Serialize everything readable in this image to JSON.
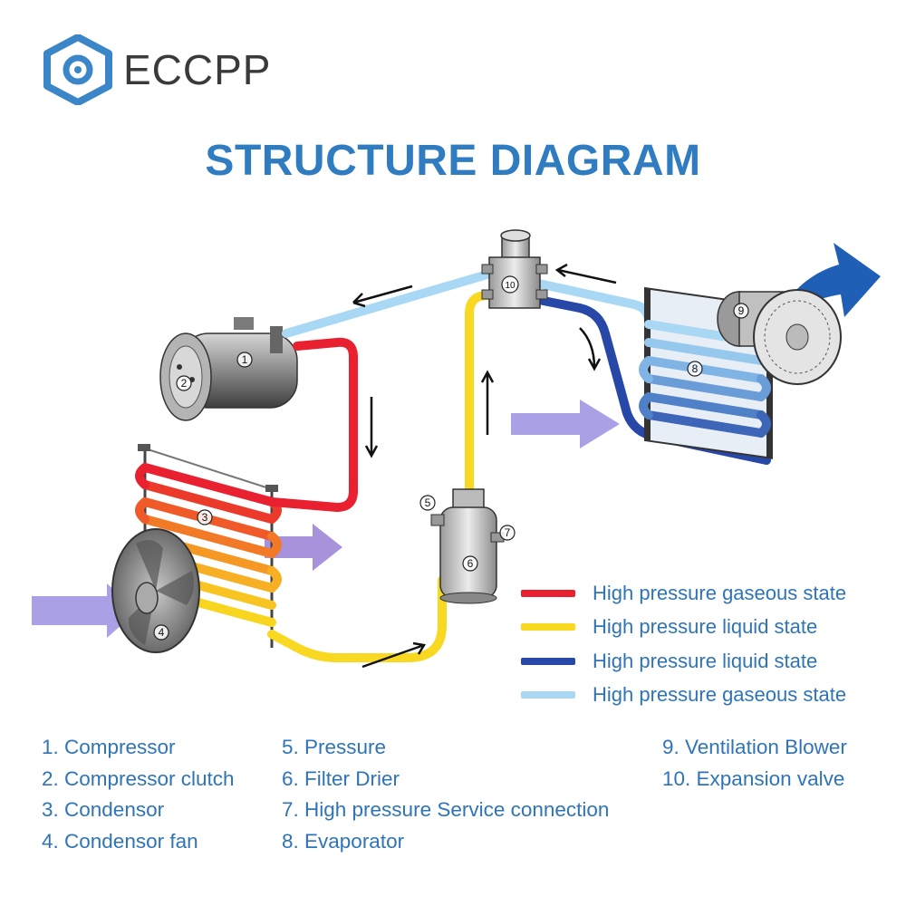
{
  "brand": {
    "name": "ECCPP",
    "logo_color": "#3a86c8"
  },
  "title": "STRUCTURE DIAGRAM",
  "component_markers": [
    "1",
    "2",
    "3",
    "4",
    "5",
    "6",
    "7",
    "8",
    "9",
    "10"
  ],
  "legend": [
    {
      "label": "High pressure gaseous state",
      "color": "#e8202f"
    },
    {
      "label": "High pressure liquid state",
      "color": "#f8d820"
    },
    {
      "label": "High pressure liquid state",
      "color": "#2848a8"
    },
    {
      "label": "High pressure gaseous state",
      "color": "#a9d8f4"
    }
  ],
  "parts": [
    [
      "1. Compressor",
      "2. Compressor clutch",
      "3. Condensor",
      "4. Condensor fan"
    ],
    [
      "5. Pressure",
      "6. Filter Drier",
      "7. High pressure Service connection",
      "8. Evaporator"
    ],
    [
      "9. Ventilation Blower",
      "10. Expansion valve"
    ]
  ],
  "colors": {
    "title": "#2f7cc1",
    "text": "#2f74b6",
    "red": "#e8202f",
    "yellow": "#f8d820",
    "dark_blue": "#2848a8",
    "light_blue": "#a9d8f4",
    "airflow_arrow": "#9a8fe0",
    "outflow_arrow": "#1f5fb5"
  }
}
